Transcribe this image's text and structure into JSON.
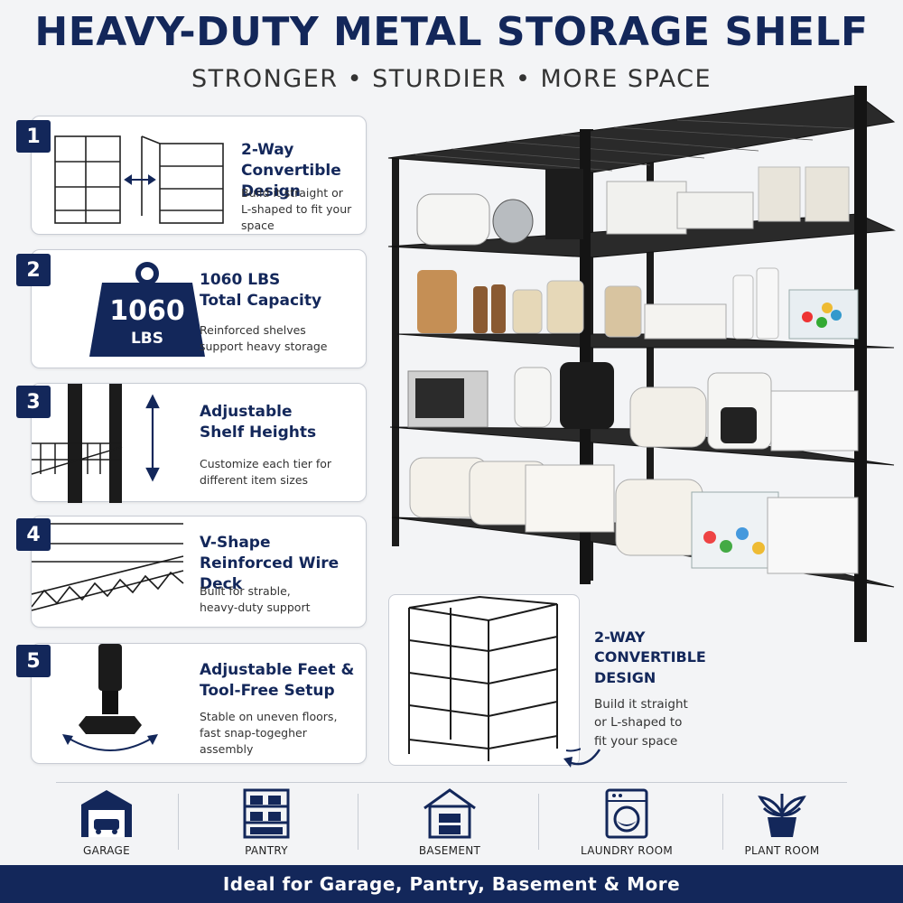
{
  "header": {
    "title": "HEAVY-DUTY METAL STORAGE SHELF",
    "subtitle": "STRONGER • STURDIER • MORE SPACE"
  },
  "features": [
    {
      "number": "1",
      "title_line1": "2-Way",
      "title_line2": "Convertible Design",
      "desc_line1": "Build it straight or",
      "desc_line2": "L-shaped to fit your space",
      "icon": "two-way-shelf-icon"
    },
    {
      "number": "2",
      "badge_number": "1060",
      "badge_unit": "LBS",
      "title_line1": "1060 LBS",
      "title_line2": "Total Capacity",
      "desc_line1": "Reinforced shelves",
      "desc_line2": "support heavy storage",
      "icon": "weight-icon"
    },
    {
      "number": "3",
      "title_line1": "Adjustable",
      "title_line2": "Shelf Heights",
      "desc_line1": "Customize each tier for",
      "desc_line2": "different item sizes",
      "icon": "up-down-arrow-icon"
    },
    {
      "number": "4",
      "title_line1": "V-Shape",
      "title_line2": "Reinforced Wire Deck",
      "desc_line1": "Built for strable,",
      "desc_line2": "heavy-duty support",
      "icon": "wire-deck-icon"
    },
    {
      "number": "5",
      "title_line1": "Adjustable Feet &",
      "title_line2": "Tool-Free Setup",
      "desc_line1": "Stable on uneven floors,",
      "desc_line2": "fast snap-togegher",
      "desc_line3": "assembly",
      "icon": "leveling-foot-icon"
    }
  ],
  "inset": {
    "title_line1": "2-WAY",
    "title_line2": "CONVERTIBLE",
    "title_line3": "DESIGN",
    "desc_line1": "Build it straight",
    "desc_line2": "or L-shaped to",
    "desc_line3": "fit your space"
  },
  "rooms": [
    {
      "label": "GARAGE",
      "icon": "garage-icon"
    },
    {
      "label": "PANTRY",
      "icon": "pantry-icon"
    },
    {
      "label": "BASEMENT",
      "icon": "basement-icon"
    },
    {
      "label": "LAUNDRY ROOM",
      "icon": "washing-machine-icon"
    },
    {
      "label": "PLANT ROOM",
      "icon": "plant-icon"
    }
  ],
  "footer": {
    "text": "Ideal for  Garage, Pantry, Basement & More"
  },
  "colors": {
    "navy": "#13275a",
    "background": "#f3f4f6",
    "shelf": "#1b1b1b"
  }
}
